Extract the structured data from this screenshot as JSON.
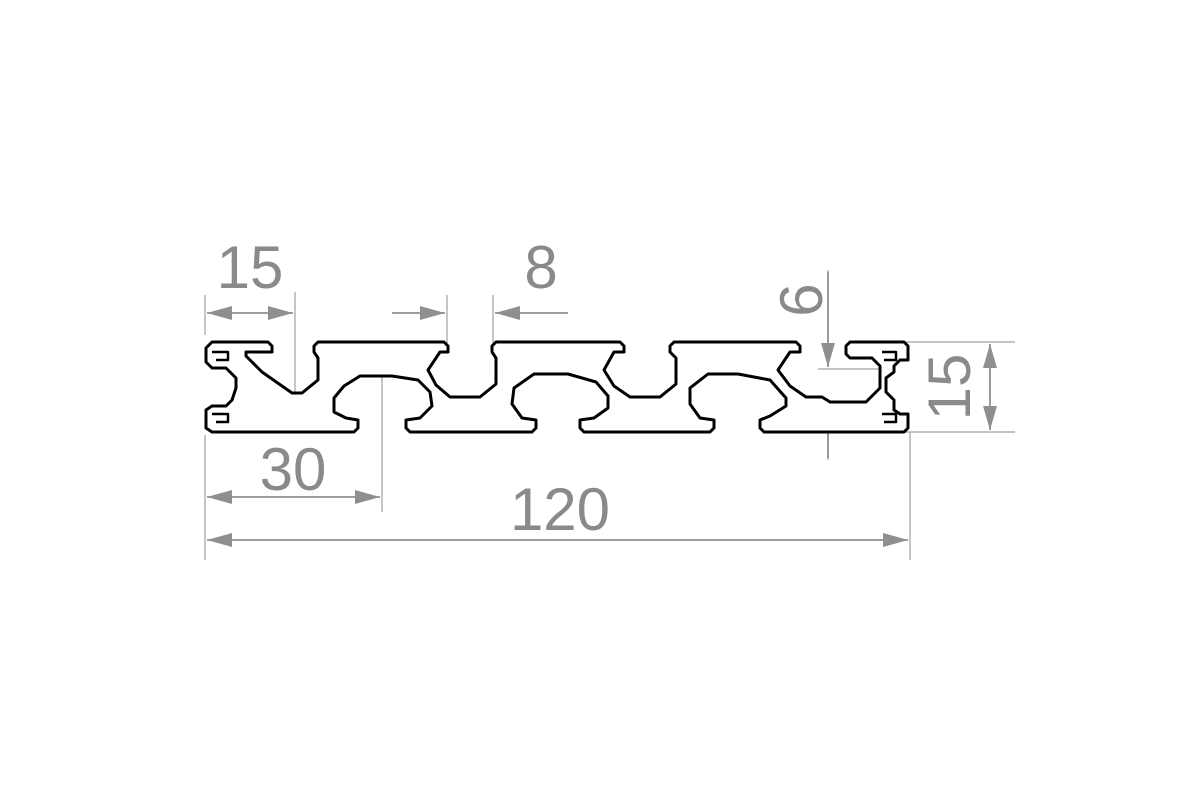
{
  "dimensions": {
    "slot_pitch": "15",
    "slot_opening": "8",
    "slot_depth": "6",
    "profile_height": "15",
    "first_slot_center": "30",
    "overall_width": "120"
  },
  "colors": {
    "dimension": "#8f8f8f",
    "profile_stroke": "#000000",
    "background": "#ffffff"
  }
}
